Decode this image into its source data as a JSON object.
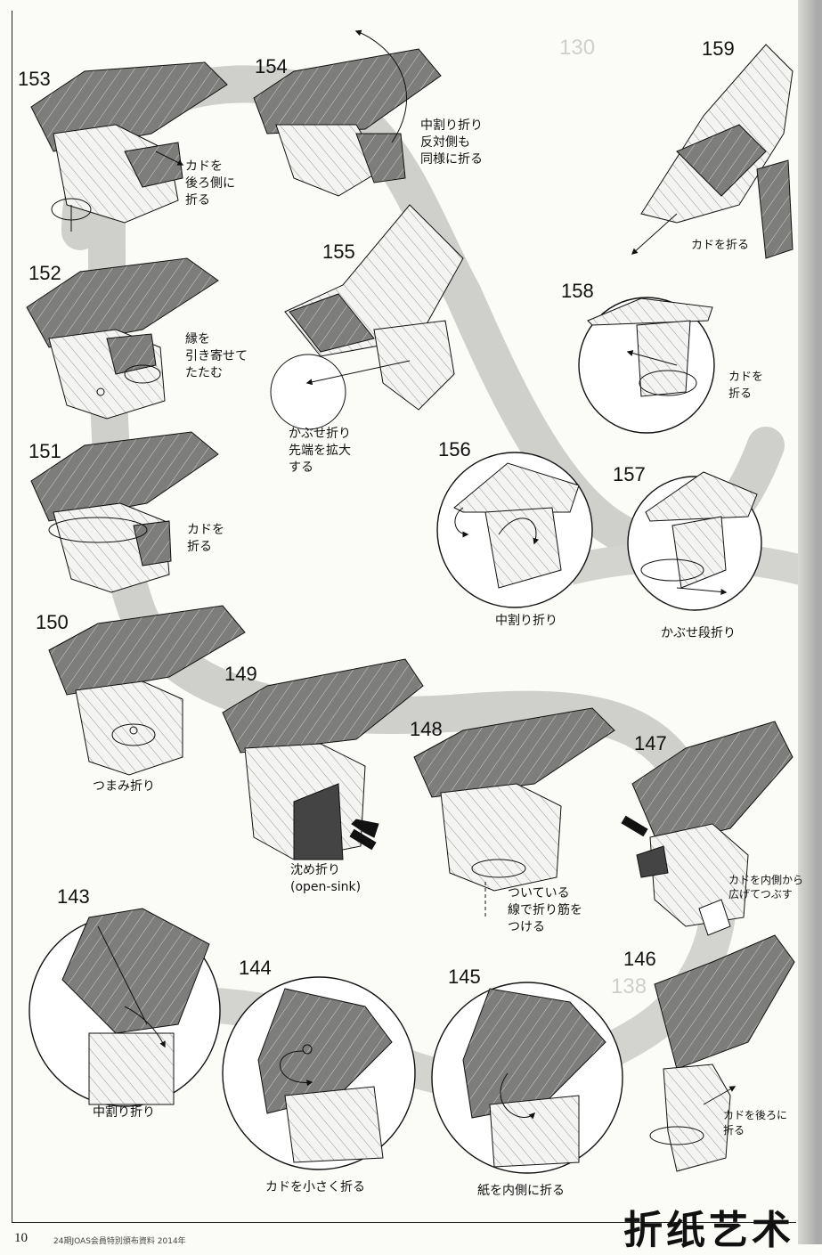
{
  "steps": {
    "s153": "153",
    "s154": "154",
    "s152": "152",
    "s155": "155",
    "s151": "151",
    "s150": "150",
    "s149": "149",
    "s148": "148",
    "s147": "147",
    "s146": "146",
    "s145": "145",
    "s144": "144",
    "s143": "143",
    "s156": "156",
    "s157": "157",
    "s158": "158",
    "s159": "159"
  },
  "ghost_numbers": {
    "g130": "130",
    "g138": "138"
  },
  "captions": {
    "c153": "カドを\n後ろ側に\n折る",
    "c154": "中割り折り\n反対側も\n同様に折る",
    "c152": "縁を\n引き寄せて\nたたむ",
    "c155": "かぶせ折り\n先端を拡大\nする",
    "c151": "カドを\n折る",
    "c150": "つまみ折り",
    "c149": "沈め折り\n(open-sink)",
    "c148": "ついている\n線で折り筋を\nつける",
    "c147": "カドを内側から\n広げてつぶす",
    "c146": "カドを後ろに\n折る",
    "c145": "紙を内側に折る",
    "c144": "カドを小さく折る",
    "c143": "中割り折り",
    "c156": "中割り折り",
    "c157": "かぶせ段折り",
    "c158": "カドを\n折る",
    "c159": "カドを折る"
  },
  "footer": {
    "page_number": "10",
    "running_text": "24期JOAS会員特別頒布資料 2014年",
    "logo": "折纸艺术"
  },
  "colors": {
    "paper_colored": "#7a7a78",
    "paper_white": "#f4f4f2",
    "ribbon": "#c8c8c6",
    "line": "#1a1a1a"
  }
}
